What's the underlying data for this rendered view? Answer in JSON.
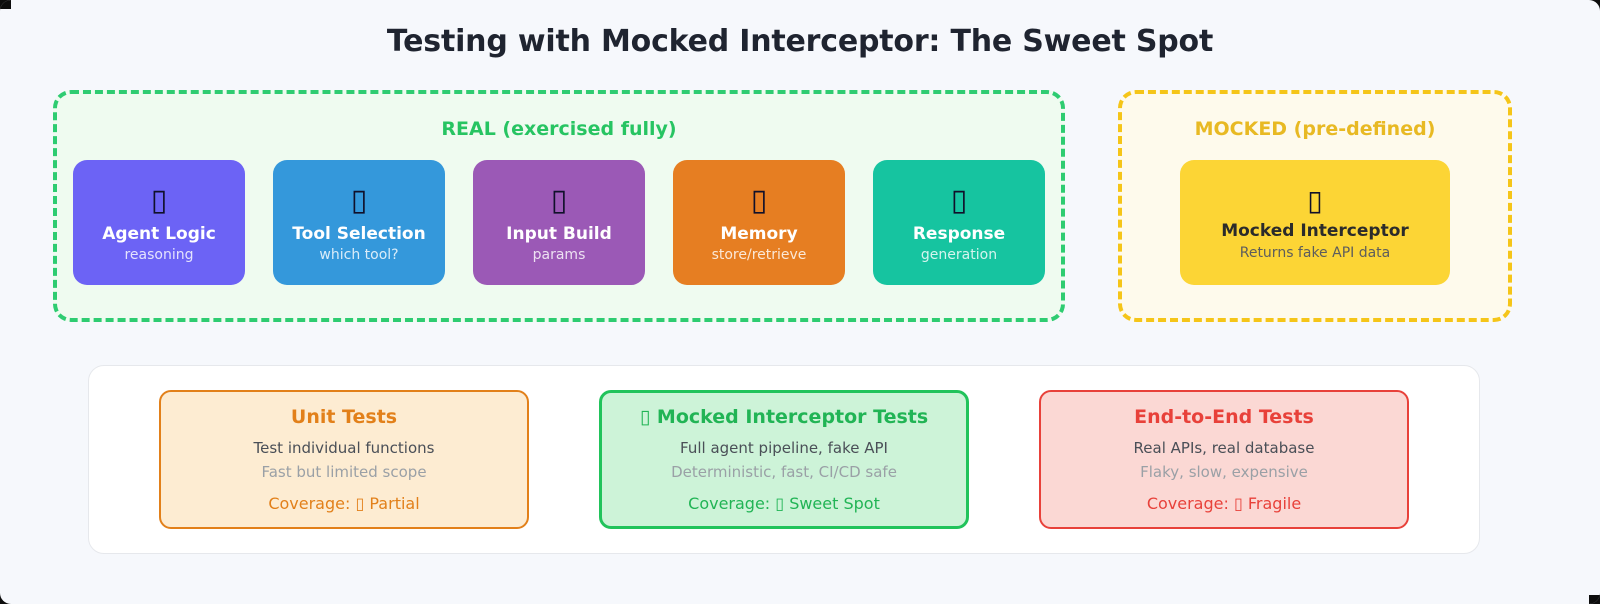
{
  "page": {
    "title": "Testing with Mocked Interceptor: The Sweet Spot",
    "background_color": "#f6f8fc"
  },
  "groups": {
    "real": {
      "label": "REAL (exercised fully)",
      "accent_color": "#2ecc71",
      "fill_color": "#effbf0",
      "stages": [
        {
          "icon": "tofu-box-icon",
          "glyph": "▯",
          "name": "Agent Logic",
          "sub": "reasoning",
          "color": "#6c63f5"
        },
        {
          "icon": "tofu-box-icon",
          "glyph": "▯",
          "name": "Tool Selection",
          "sub": "which tool?",
          "color": "#3498db"
        },
        {
          "icon": "tofu-box-icon",
          "glyph": "▯",
          "name": "Input Build",
          "sub": "params",
          "color": "#9b59b6"
        },
        {
          "icon": "tofu-box-icon",
          "glyph": "▯",
          "name": "Memory",
          "sub": "store/retrieve",
          "color": "#e67e22"
        },
        {
          "icon": "tofu-box-icon",
          "glyph": "▯",
          "name": "Response",
          "sub": "generation",
          "color": "#16c4a0"
        }
      ]
    },
    "mocked": {
      "label": "MOCKED (pre-defined)",
      "accent_color": "#f5c518",
      "fill_color": "#fefaec",
      "box": {
        "icon": "tofu-box-icon",
        "glyph": "▯",
        "name": "Mocked Interceptor",
        "sub": "Returns fake API data",
        "color": "#fcd535"
      }
    }
  },
  "comparison": {
    "cards": [
      {
        "title": "Unit Tests",
        "line1": "Test individual functions",
        "line2": "Fast but limited scope",
        "coverage_label": "Coverage:",
        "coverage_glyph": "▯",
        "coverage_value": "Partial",
        "border_color": "#e2801a",
        "fill_color": "#fdecd2",
        "accent_color": "#e2801a",
        "highlight": false
      },
      {
        "title": "Mocked Interceptor Tests",
        "title_glyph": "▯",
        "line1": "Full agent pipeline, fake API",
        "line2": "Deterministic, fast, CI/CD safe",
        "coverage_label": "Coverage:",
        "coverage_glyph": "▯",
        "coverage_value": "Sweet Spot",
        "border_color": "#21c35b",
        "fill_color": "#cdf3d8",
        "accent_color": "#21b455",
        "highlight": true
      },
      {
        "title": "End-to-End Tests",
        "line1": "Real APIs, real database",
        "line2": "Flaky, slow, expensive",
        "coverage_label": "Coverage:",
        "coverage_glyph": "▯",
        "coverage_value": "Fragile",
        "border_color": "#e8413a",
        "fill_color": "#fbd8d4",
        "accent_color": "#e8413a",
        "highlight": false
      }
    ]
  }
}
